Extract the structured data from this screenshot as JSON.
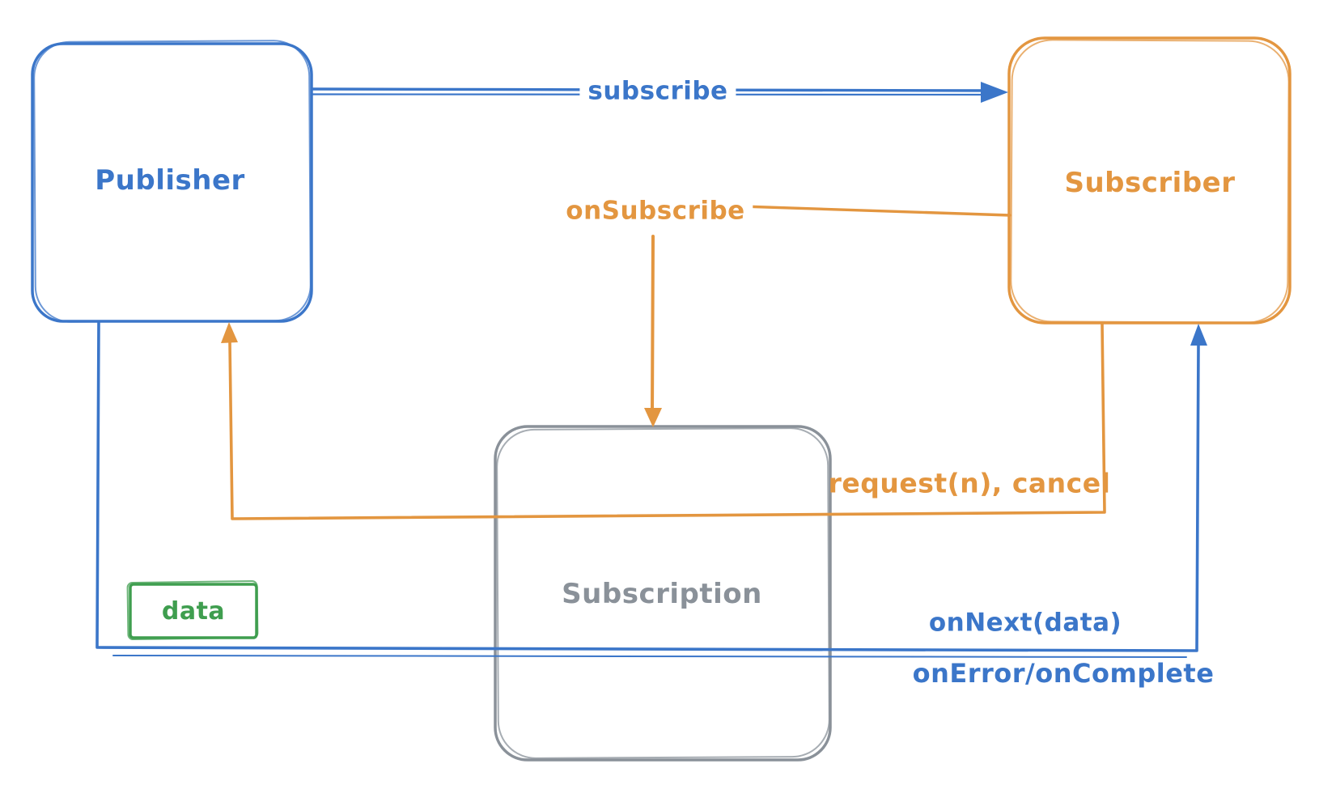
{
  "nodes": {
    "publisher": {
      "label": "Publisher"
    },
    "subscriber": {
      "label": "Subscriber"
    },
    "subscription": {
      "label": "Subscription"
    },
    "data": {
      "label": "data"
    }
  },
  "edges": {
    "subscribe": {
      "label": "subscribe"
    },
    "on_subscribe": {
      "label": "onSubscribe"
    },
    "request_cancel": {
      "label": "request(n), cancel"
    },
    "on_next": {
      "label": "onNext(data)"
    },
    "on_error_complete": {
      "label": "onError/onComplete"
    }
  },
  "colors": {
    "blue": "#3b76c9",
    "orange": "#e39640",
    "gray": "#8a9199",
    "green": "#3f9e4f",
    "background": "#ffffff"
  }
}
